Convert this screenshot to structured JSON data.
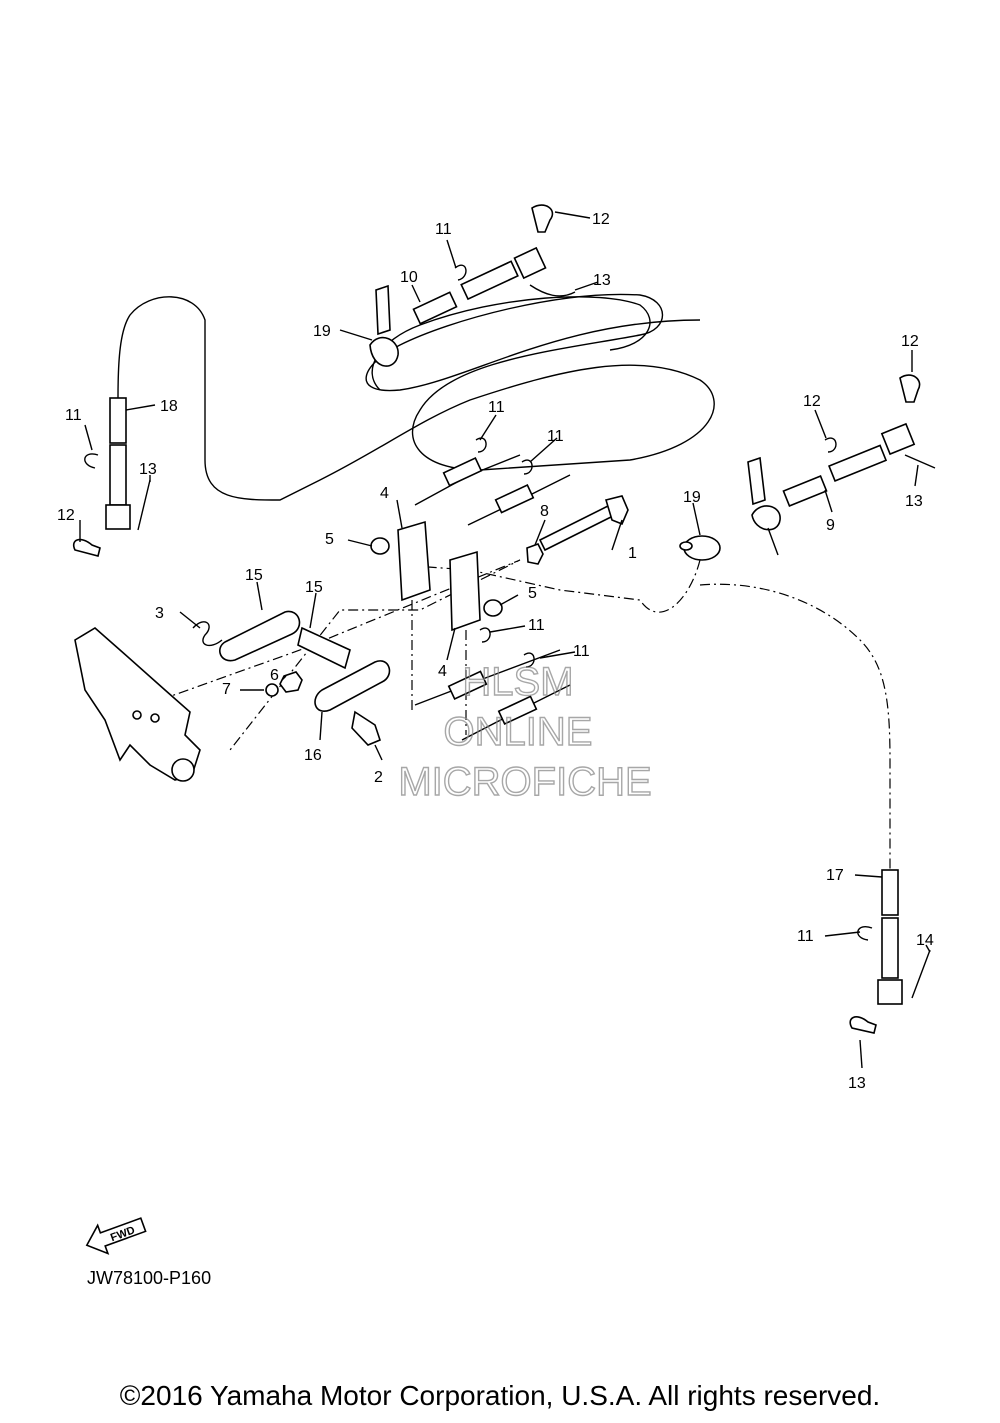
{
  "diagram": {
    "code": "JW78100-P160",
    "copyright": "©2016 Yamaha Motor Corporation, U.S.A. All rights reserved.",
    "fwd_label": "FWD",
    "watermark": [
      "HLSM",
      "ONLINE",
      "MICROFICHE"
    ],
    "callouts": [
      "1",
      "2",
      "3",
      "4",
      "4",
      "5",
      "5",
      "6",
      "7",
      "8",
      "9",
      "10",
      "11",
      "11",
      "11",
      "11",
      "11",
      "11",
      "11",
      "12",
      "12",
      "12",
      "12",
      "13",
      "13",
      "13",
      "13",
      "14",
      "15",
      "15",
      "16",
      "17",
      "18",
      "19",
      "19"
    ]
  }
}
